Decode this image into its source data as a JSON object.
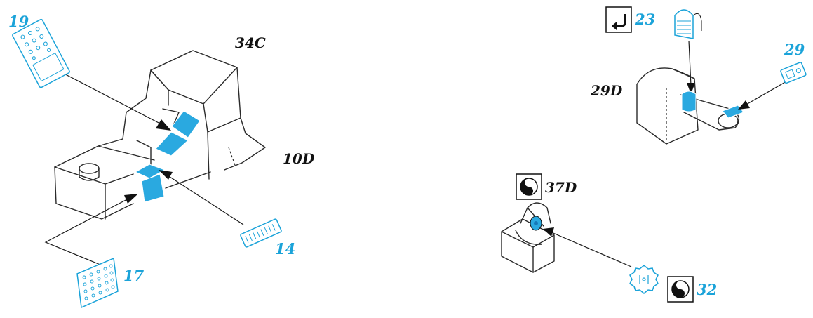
{
  "title": "",
  "colors": {
    "accent": "#1ba3d9",
    "part_fill": "#2aa9e0",
    "ink": "#111111"
  },
  "labels": {
    "part_19": "19",
    "part_17": "17",
    "part_14": "14",
    "assembly_34c": "34C",
    "assembly_10d": "10D",
    "part_23": "23",
    "part_29": "29",
    "assembly_29d": "29D",
    "assembly_37d": "37D",
    "part_32": "32"
  },
  "icons": {
    "fold_step": "bend-arrow-icon",
    "decal_step": "yin-yang-icon"
  }
}
